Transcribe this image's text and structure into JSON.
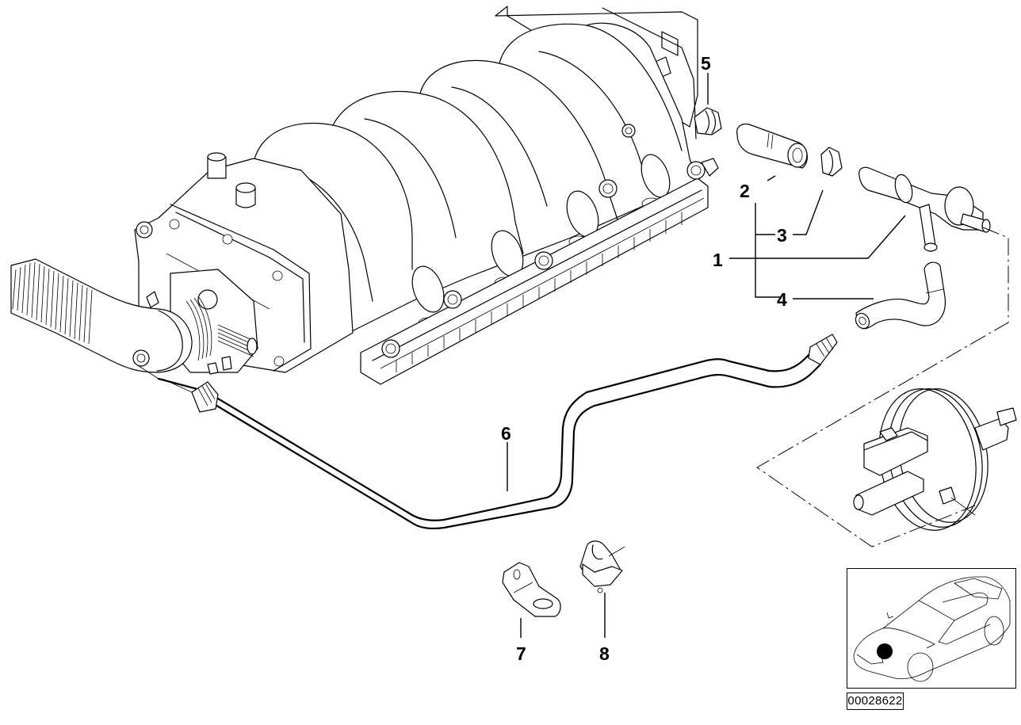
{
  "diagram": {
    "type": "exploded-parts-diagram",
    "subject": "Vacuum control / brake booster vacuum line on intake manifold",
    "diagram_id": "00028622",
    "callouts": [
      {
        "number": "1",
        "part": "check-valve"
      },
      {
        "number": "2",
        "part": "hose-connector"
      },
      {
        "number": "3",
        "part": "hose-clamp"
      },
      {
        "number": "4",
        "part": "formed-hose"
      },
      {
        "number": "5",
        "part": "hose-clamp"
      },
      {
        "number": "6",
        "part": "vacuum-line"
      },
      {
        "number": "7",
        "part": "bracket"
      },
      {
        "number": "8",
        "part": "hose-clip"
      }
    ],
    "components": [
      "intake-manifold",
      "throttle-body",
      "intake-boot",
      "brake-booster",
      "master-cylinder"
    ],
    "locator": {
      "view": "car-overview",
      "marker": "engine-bay"
    }
  }
}
